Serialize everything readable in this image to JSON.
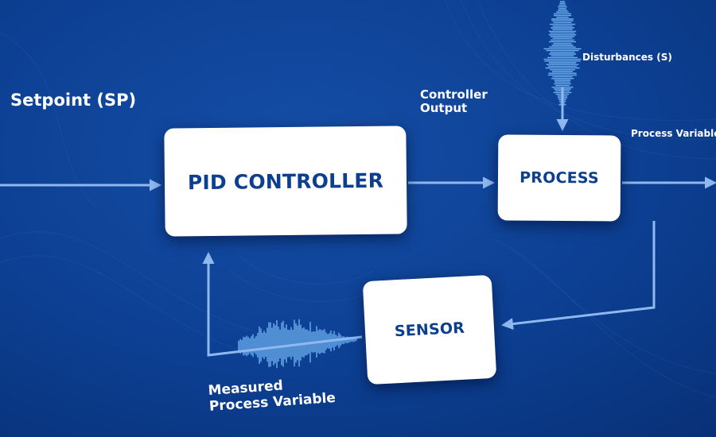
{
  "blocks": {
    "pid": "PID CONTROLLER",
    "process": "PROCESS",
    "sensor": "SENSOR"
  },
  "labels": {
    "setpoint": "Setpoint (SP)",
    "controller_output": [
      "Controller",
      "Output"
    ],
    "disturbances": "Disturbances (S)",
    "process_variable": "Process Variable (PV)",
    "measured_pv": [
      "Measured",
      "Process Variable"
    ]
  },
  "colors": {
    "background": "#0a3c8c",
    "box": "#ffffff",
    "box_text": "#0d3f8f",
    "arrow": "#8fb9ee",
    "wave": "#7fc3ff"
  }
}
